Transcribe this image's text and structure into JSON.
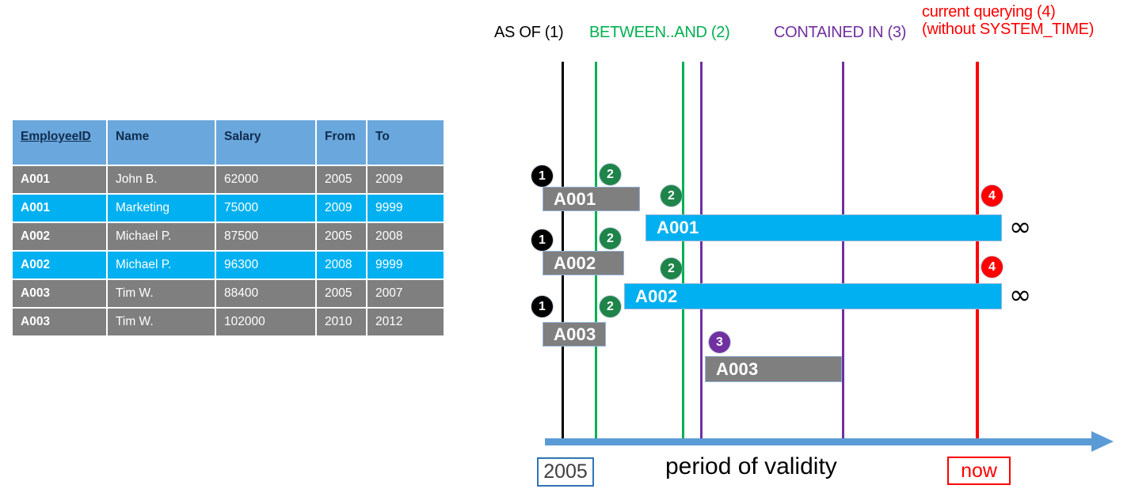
{
  "table": {
    "columns": [
      {
        "key": "EmployeeID",
        "label": "EmployeeID",
        "underlined": true
      },
      {
        "key": "Name",
        "label": "Name",
        "underlined": false
      },
      {
        "key": "Salary",
        "label": "Salary",
        "underlined": false
      },
      {
        "key": "From",
        "label": "From",
        "underlined": false
      },
      {
        "key": "To",
        "label": "To",
        "underlined": false
      }
    ],
    "rows": [
      {
        "style": "gray",
        "EmployeeID": "A001",
        "Name": "John  B.",
        "Salary": "62000",
        "From": "2005",
        "To": "2009"
      },
      {
        "style": "cyan",
        "EmployeeID": "A001",
        "Name": "Marketing",
        "Salary": "75000",
        "From": "2009",
        "To": "9999"
      },
      {
        "style": "gray",
        "EmployeeID": "A002",
        "Name": "Michael P.",
        "Salary": "87500",
        "From": "2005",
        "To": "2008"
      },
      {
        "style": "cyan",
        "EmployeeID": "A002",
        "Name": "Michael P.",
        "Salary": "96300",
        "From": "2008",
        "To": "9999"
      },
      {
        "style": "gray",
        "EmployeeID": "A003",
        "Name": "Tim W.",
        "Salary": "88400",
        "From": "2005",
        "To": "2007"
      },
      {
        "style": "gray",
        "EmployeeID": "A003",
        "Name": "Tim W.",
        "Salary": "102000",
        "From": "2010",
        "To": "2012"
      }
    ]
  },
  "diagram": {
    "headers": {
      "as_of": "AS OF (1)",
      "between_and": "BETWEEN..AND (2)",
      "contained_in": "CONTAINED IN (3)",
      "current_line1": "current querying (4)",
      "current_line2": "(without SYSTEM_TIME)"
    },
    "colors": {
      "as_of": "#000000",
      "between_and": "#00b050",
      "contained_in": "#7030a0",
      "current": "#ff0000",
      "bar_gray": "#7f7f7f",
      "bar_cyan": "#00b0f0",
      "axis": "#5b9bd5",
      "table_header": "#6aa7dc"
    },
    "bars": [
      {
        "label": "A001",
        "style": "gray"
      },
      {
        "label": "A001",
        "style": "cyan"
      },
      {
        "label": "A002",
        "style": "gray"
      },
      {
        "label": "A002",
        "style": "cyan"
      },
      {
        "label": "A003",
        "style": "gray"
      },
      {
        "label": "A003",
        "style": "gray"
      }
    ],
    "markers": [
      {
        "num": "1",
        "style": "m1"
      },
      {
        "num": "2",
        "style": "m2"
      },
      {
        "num": "2",
        "style": "m2"
      },
      {
        "num": "4",
        "style": "m4"
      },
      {
        "num": "1",
        "style": "m1"
      },
      {
        "num": "2",
        "style": "m2"
      },
      {
        "num": "2",
        "style": "m2"
      },
      {
        "num": "4",
        "style": "m4"
      },
      {
        "num": "1",
        "style": "m1"
      },
      {
        "num": "2",
        "style": "m2"
      },
      {
        "num": "3",
        "style": "m3"
      }
    ],
    "infinity_symbols": [
      "∞",
      "∞"
    ],
    "axis": {
      "start_label": "2005",
      "end_label": "now",
      "caption": "period of validity"
    }
  }
}
